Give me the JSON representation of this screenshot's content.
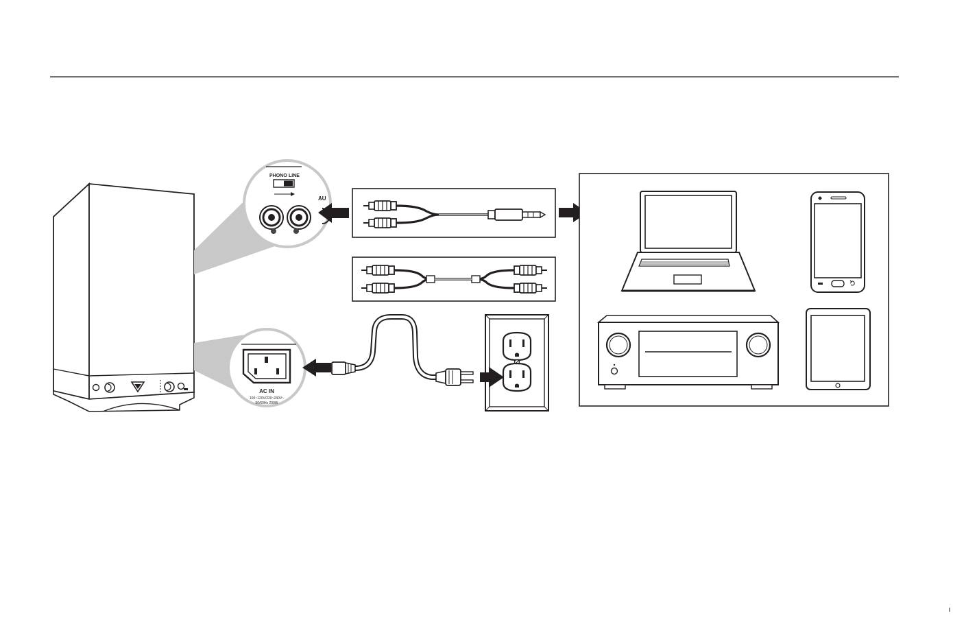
{
  "diagram": {
    "switch_labels": {
      "phono": "PHONO",
      "line": "LINE"
    },
    "aux_label": "AU",
    "ac_in_label": "AC IN",
    "ac_spec_line1": "100~120V/220~240V~",
    "ac_spec_line2": "50/60Hz 200W"
  },
  "colors": {
    "ink": "#231f20",
    "callout_fill": "#c8c8c8",
    "paper": "#ffffff",
    "plate_fill": "#eeeeee"
  },
  "icons": {
    "speaker": "speaker-icon",
    "rca_to_35mm": "rca-to-3.5mm-cable-icon",
    "rca_to_rca": "rca-to-rca-cable-icon",
    "power_cord": "power-cord-icon",
    "wall_outlet": "wall-outlet-icon",
    "laptop": "laptop-icon",
    "smartphone": "smartphone-icon",
    "av_receiver": "av-receiver-icon",
    "tablet": "tablet-icon"
  }
}
